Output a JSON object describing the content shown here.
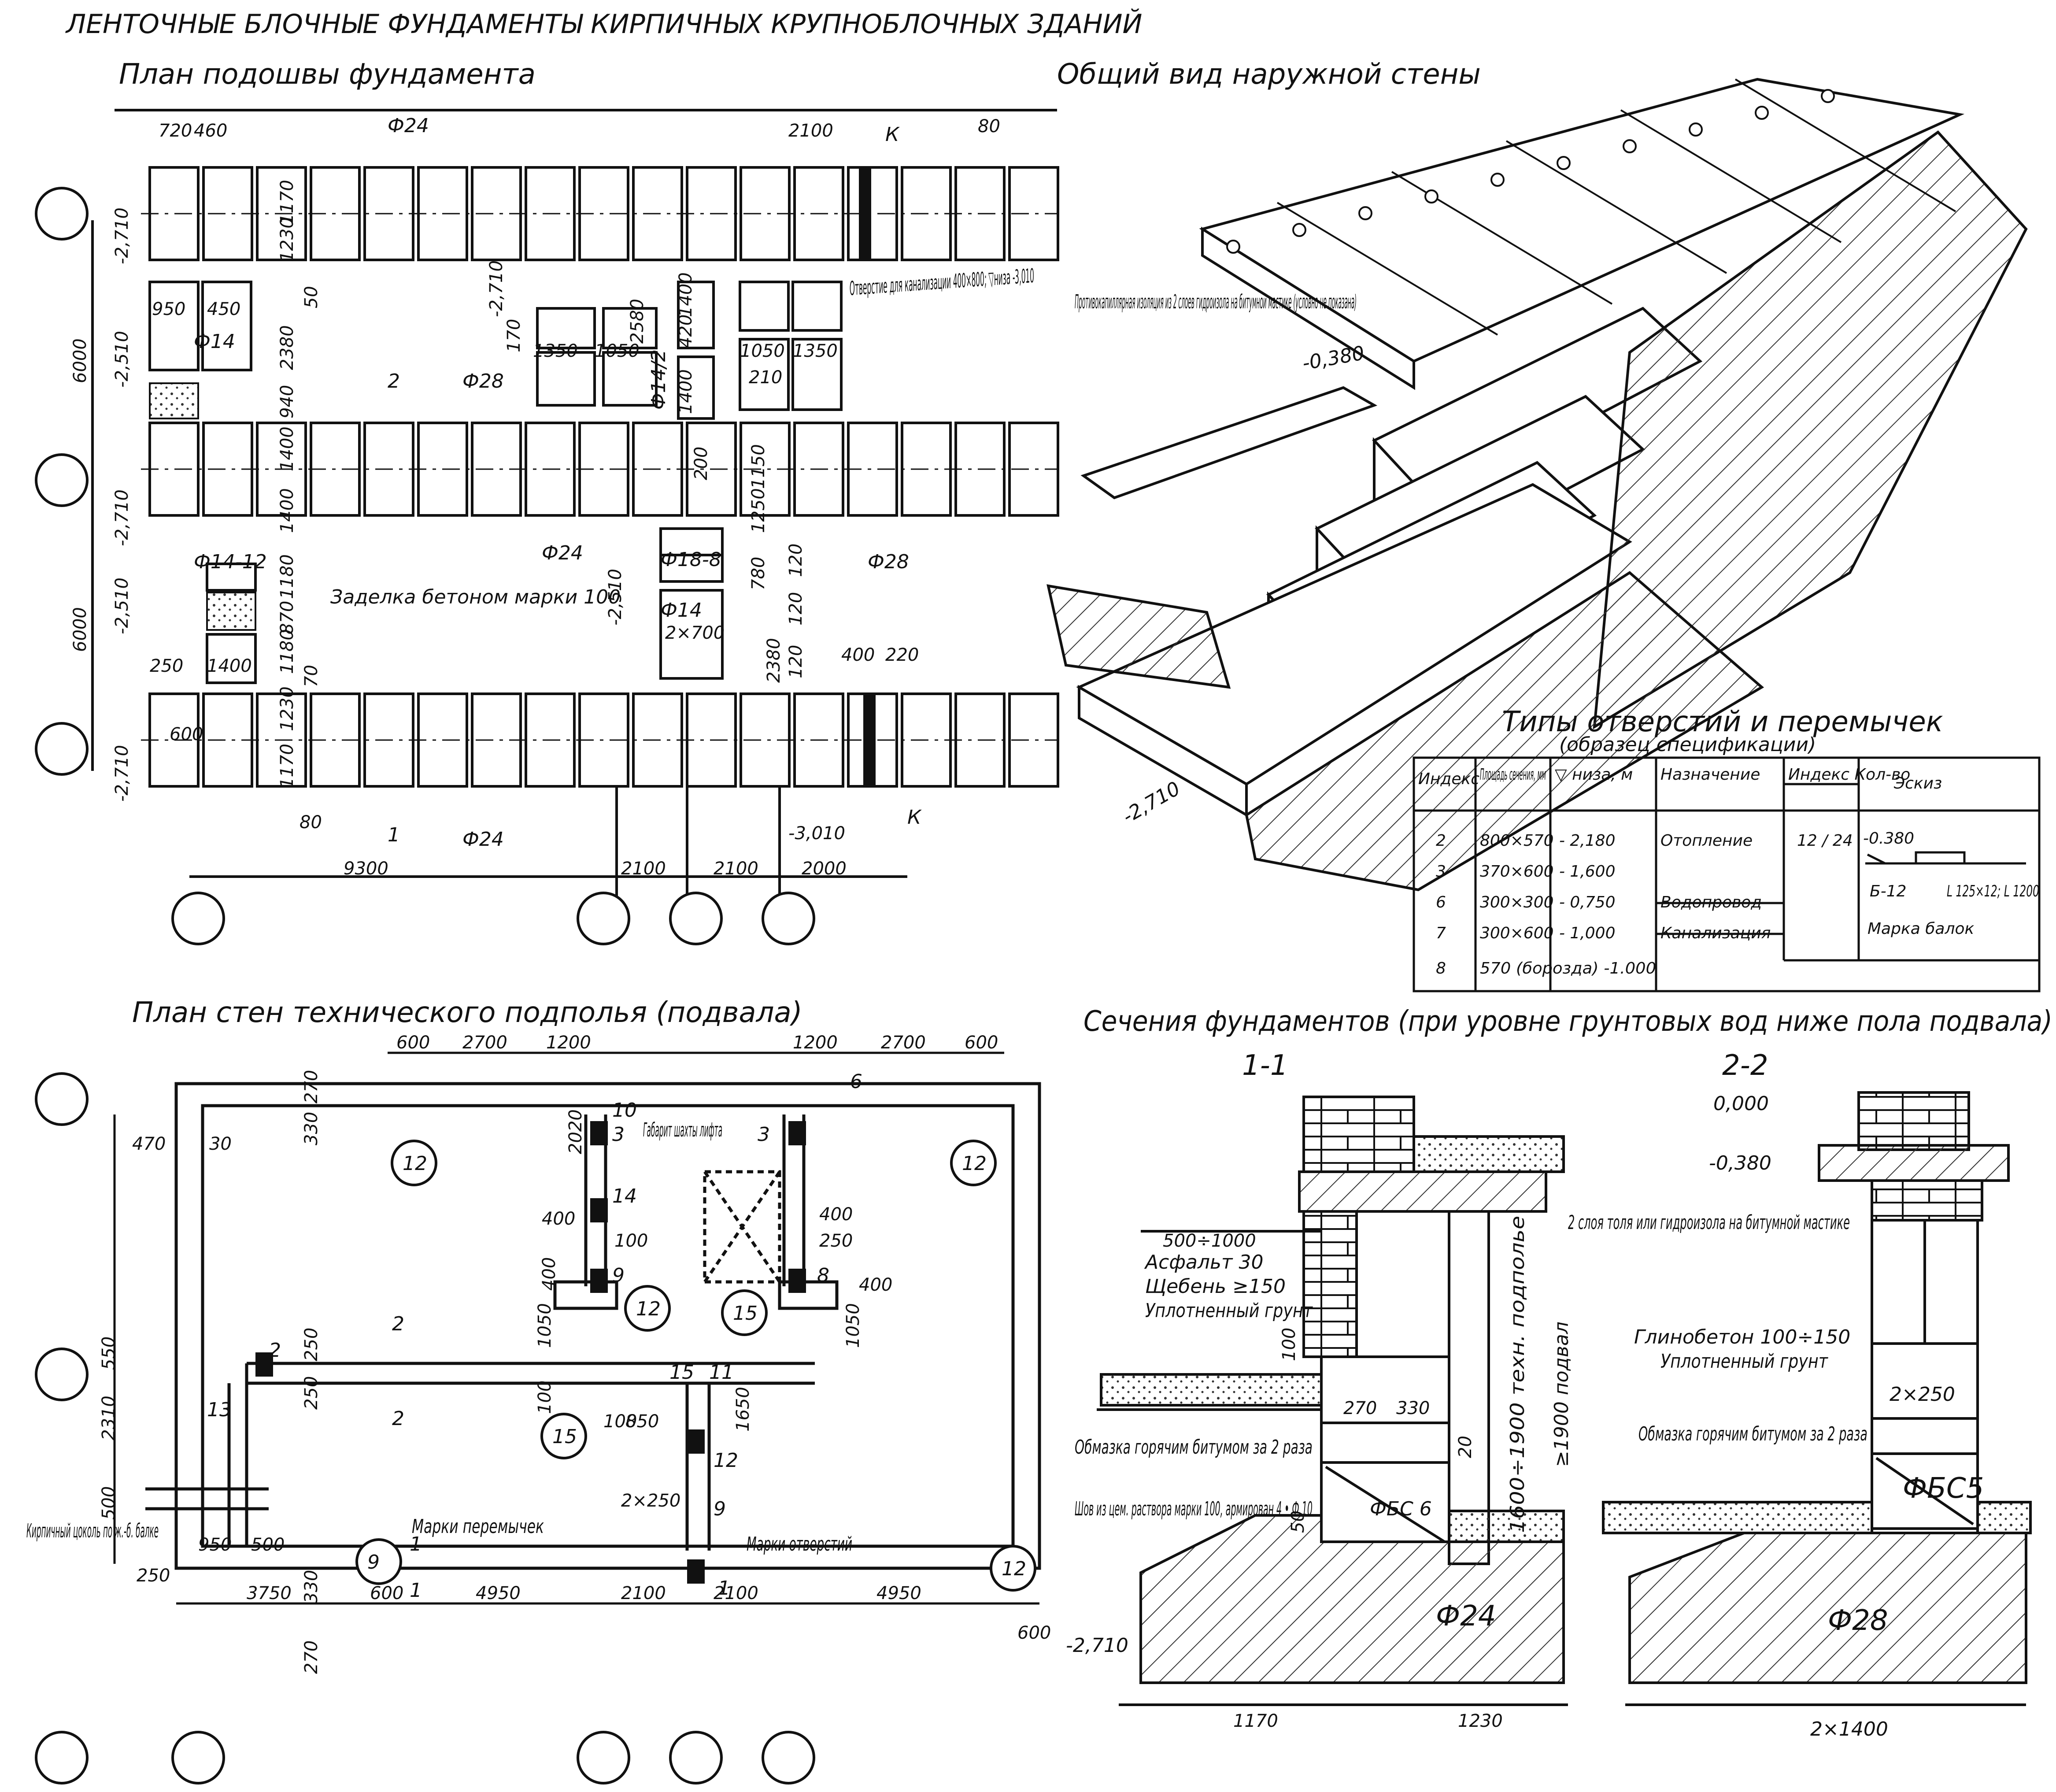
{
  "sheet": {
    "main_title": "ЛЕНТОЧНЫЕ БЛОЧНЫЕ ФУНДАМЕНТЫ КИРПИЧНЫХ КРУПНОБЛОЧНЫХ ЗДАНИЙ",
    "colors": {
      "ink": "#111111",
      "paper": "#ffffff",
      "hatch": "#333333"
    }
  },
  "foundation_plan": {
    "title": "План подошвы фундамента",
    "top_dims": [
      "720",
      "460",
      "2100",
      "80"
    ],
    "bottom_dims": [
      "9300",
      "2100",
      "2100",
      "2000"
    ],
    "left_dims": [
      "6000",
      "6000"
    ],
    "level_marks": [
      "-2,710",
      "-2,510",
      "-2,710",
      "-2,510",
      "-2,710",
      "-2,710",
      "-2,510",
      "-3,010"
    ],
    "block_marks": [
      "Ф24",
      "Ф28",
      "Ф14",
      "Ф14-12",
      "Ф14/2",
      "Ф18-8",
      "Ф14",
      "Ф24",
      "Ф28",
      "Ф24"
    ],
    "vertical_dims": [
      "1170",
      "1230",
      "2380",
      "940",
      "1400",
      "1400",
      "1180",
      "870",
      "1180",
      "1230",
      "1170",
      "50",
      "70",
      "170",
      "2580",
      "1400",
      "420",
      "1400",
      "200",
      "1150",
      "1250",
      "780",
      "2380",
      "120",
      "120",
      "120"
    ],
    "inner_dims": [
      "950",
      "450",
      "1350",
      "1050",
      "1050",
      "1350",
      "210",
      "250",
      "1400",
      "600",
      "80",
      "400",
      "220",
      "2×700"
    ],
    "sanitation_note": "Отверстие для канализации 400×800; ▽низа -3,010",
    "concrete_note": "Заделка бетоном марки 100",
    "section_marks": [
      "2",
      "1",
      "К",
      "К"
    ]
  },
  "wall_view": {
    "title": "Общий вид наружной стены",
    "insulation_note": "Противокапиллярная изоляция из 2 слоев гидроизола на битумной мастике (условно не показана)",
    "level_insulation": "-0,380",
    "level_footing": "-2,710"
  },
  "openings_table": {
    "title": "Типы отверстий и перемычек",
    "subtitle": "(образец спецификации)",
    "headers": [
      "Индекс",
      "Площадь сечения, мм",
      "▽ низа, м",
      "Назначение",
      "Индекс Кол-во",
      "Эскиз"
    ],
    "rows": [
      [
        "2",
        "800×570",
        "- 2,180",
        "Отопление",
        "12 / 24",
        ""
      ],
      [
        "3",
        "370×600",
        "- 1,600",
        "",
        "",
        ""
      ],
      [
        "6",
        "300×300",
        "- 0,750",
        "Водопровод",
        "",
        ""
      ],
      [
        "7",
        "300×600",
        "- 1,000",
        "Канализация",
        "",
        ""
      ],
      [
        "8",
        "570 (борозда) -1.000",
        "",
        "",
        "",
        ""
      ]
    ],
    "sketch_level": "-0.380",
    "sketch_beam": "Б-12",
    "sketch_angle": "L 125×12; L 1200",
    "sketch_caption": "Марка балок"
  },
  "basement_plan": {
    "title": "План стен технического подполья (подвала)",
    "top_dims": [
      "600",
      "2700",
      "1200",
      "1200",
      "2700",
      "600"
    ],
    "bottom_dims": [
      "3750",
      "600",
      "4950",
      "2100",
      "2100",
      "4950",
      "600"
    ],
    "left_dims": [
      "470",
      "30",
      "550",
      "2310",
      "500",
      "950",
      "500",
      "250"
    ],
    "wall_dims": [
      "270",
      "330",
      "250",
      "250",
      "330",
      "270",
      "2020",
      "400",
      "100",
      "400",
      "1050",
      "100",
      "100",
      "850",
      "1650",
      "2×250",
      "400",
      "250",
      "400",
      "1050"
    ],
    "circle_marks": [
      "12",
      "12",
      "15",
      "15",
      "9",
      "12",
      "12"
    ],
    "opening_numbers": [
      "10",
      "6",
      "3",
      "3",
      "14",
      "9",
      "8",
      "2",
      "13",
      "15",
      "11",
      "12",
      "9",
      "1"
    ],
    "lift_note": "Габарит шахты лифта",
    "lintel_note": "Марки перемычек",
    "openings_note": "Марки отверстий",
    "plinth_note": "Кирпичный цоколь по ж.-б. балке",
    "section_marks": [
      "2",
      "2",
      "1",
      "1"
    ]
  },
  "sections": {
    "title": "Сечения фундаментов (при уровне грунтовых вод ниже пола подвала)",
    "s1": {
      "label": "1-1",
      "dims": [
        "500÷1000",
        "100",
        "270",
        "330",
        "20",
        "50",
        "1170",
        "1230"
      ],
      "asphalt_note": "Асфальт 30",
      "gravel_note": "Щебень ≥150",
      "soil_note": "Уплотненный грунт",
      "bitumen_note": "Обмазка горячим битумом за 2 раза",
      "joint_note": "Шов из цем. раствора марки 100, армирован 4 • Ф 10",
      "block_label": "ФБС 6",
      "footing_label": "Ф24",
      "height_note_1": "1600÷1900 техн. подполье",
      "height_note_2": "≥1900 подвал",
      "level": "-2,710"
    },
    "roofing_note": "2 слоя толя или гидроизола на битумной мастике",
    "s2": {
      "label": "2-2",
      "level_top": "0,000",
      "level_mid": "-0,380",
      "clay_note": "Глинобетон 100÷150",
      "soil_note": "Уплотненный грунт",
      "dim_wall": "2×250",
      "bitumen_note": "Обмазка горячим битумом за 2 раза",
      "block_label": "ФБС5",
      "footing_label": "Ф28",
      "dim_base": "2×1400"
    }
  }
}
